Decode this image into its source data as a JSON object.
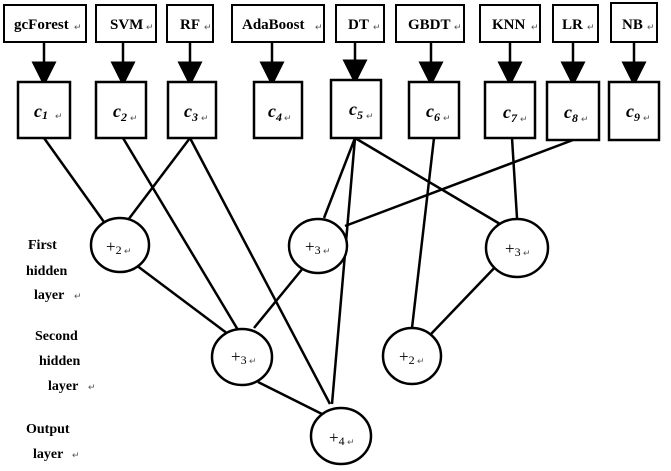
{
  "classifiers": [
    {
      "name": "gcForest",
      "c_letter": "c",
      "c_sub": "1"
    },
    {
      "name": "SVM",
      "c_letter": "c",
      "c_sub": "2"
    },
    {
      "name": "RF",
      "c_letter": "c",
      "c_sub": "3"
    },
    {
      "name": "AdaBoost",
      "c_letter": "c",
      "c_sub": "4"
    },
    {
      "name": "DT",
      "c_letter": "c",
      "c_sub": "5"
    },
    {
      "name": "GBDT",
      "c_letter": "c",
      "c_sub": "6"
    },
    {
      "name": "KNN",
      "c_letter": "c",
      "c_sub": "7"
    },
    {
      "name": "LR",
      "c_letter": "c",
      "c_sub": "8"
    },
    {
      "name": "NB",
      "c_letter": "c",
      "c_sub": "9"
    }
  ],
  "paragraph_mark": "↵",
  "hidden_nodes": [
    {
      "id": "h1a",
      "plus": "+",
      "sub": "2"
    },
    {
      "id": "h1b",
      "plus": "+",
      "sub": "3"
    },
    {
      "id": "h1c",
      "plus": "+",
      "sub": "3"
    },
    {
      "id": "h2a",
      "plus": "+",
      "sub": "3"
    },
    {
      "id": "h2b",
      "plus": "+",
      "sub": "2"
    },
    {
      "id": "out",
      "plus": "+",
      "sub": "4"
    }
  ],
  "layer_labels": {
    "first": [
      "First",
      "hidden",
      "layer"
    ],
    "second": [
      "Second",
      "hidden",
      "layer"
    ],
    "output": [
      "Output",
      "layer"
    ]
  }
}
